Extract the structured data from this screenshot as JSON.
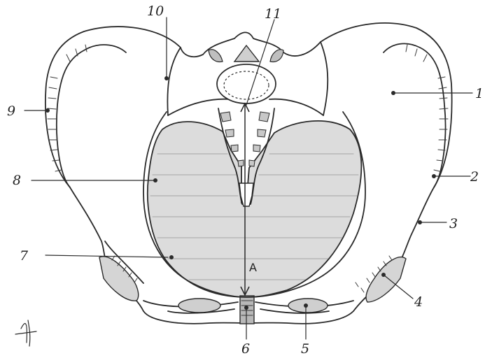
{
  "labels": {
    "l1": "1",
    "l2": "2",
    "l3": "3",
    "l4": "4",
    "l5": "5",
    "l6": "6",
    "l7": "7",
    "l8": "8",
    "l9": "9",
    "l10": "10",
    "l11": "11",
    "axis_letter": "A"
  },
  "colors": {
    "ink": "#2a2a2a",
    "shade": "#d9d9d9",
    "shade_dark": "#bfbfbf"
  }
}
